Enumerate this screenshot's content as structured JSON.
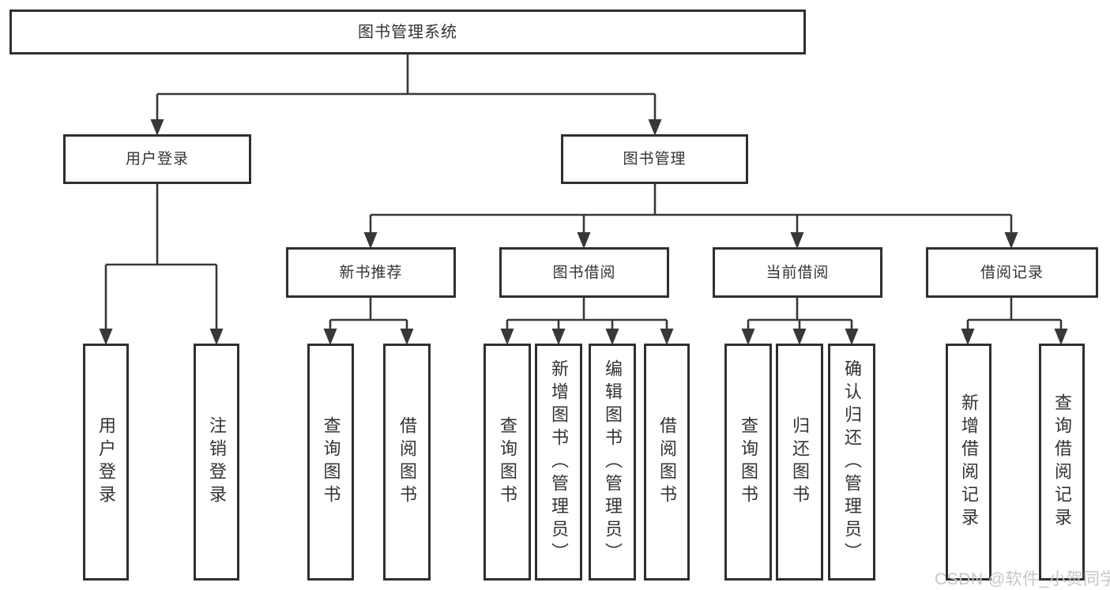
{
  "colors": {
    "line": "#383838",
    "box-border": "#2f2f2f",
    "text": "#333333",
    "watermark": "#c6c6c6",
    "background": "#ffffff"
  },
  "watermark": {
    "text": "CSDN @软件_小贺同学"
  },
  "diagram": {
    "type": "tree",
    "root": {
      "label": "图书管理系统",
      "children": [
        {
          "label": "用户登录",
          "children": [
            {
              "label": "用户登录"
            },
            {
              "label": "注销登录"
            }
          ]
        },
        {
          "label": "图书管理",
          "children": [
            {
              "label": "新书推荐",
              "children": [
                {
                  "label": "查询图书"
                },
                {
                  "label": "借阅图书"
                }
              ]
            },
            {
              "label": "图书借阅",
              "children": [
                {
                  "label": "查询图书"
                },
                {
                  "label": "新增图书（管理员）"
                },
                {
                  "label": "编辑图书（管理员）"
                },
                {
                  "label": "借阅图书"
                }
              ]
            },
            {
              "label": "当前借阅",
              "children": [
                {
                  "label": "查询图书"
                },
                {
                  "label": "归还图书"
                },
                {
                  "label": "确认归还（管理员）"
                }
              ]
            },
            {
              "label": "借阅记录",
              "children": [
                {
                  "label": "新增借阅记录"
                },
                {
                  "label": "查询借阅记录"
                }
              ]
            }
          ]
        }
      ]
    }
  }
}
